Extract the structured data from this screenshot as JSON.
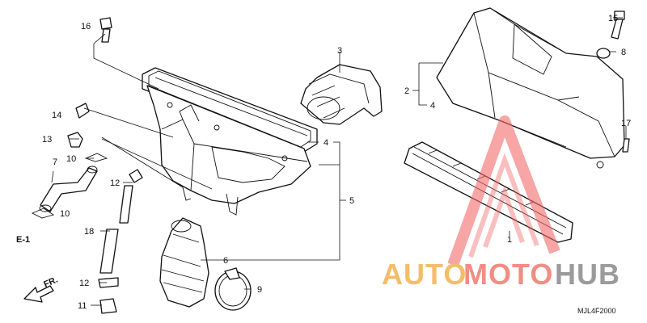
{
  "diagram": {
    "callouts": {
      "c1": "1",
      "c2": "2",
      "c3": "3",
      "c4a": "4",
      "c4b": "4",
      "c5": "5",
      "c6": "6",
      "c7": "7",
      "c8": "8",
      "c9": "9",
      "c10a": "10",
      "c10b": "10",
      "c11": "11",
      "c12a": "12",
      "c12b": "12",
      "c13": "13",
      "c14": "14",
      "c15": "15",
      "c16": "16",
      "c17": "17",
      "c18": "18"
    },
    "reference": "E-1",
    "direction": "FR.",
    "code": "MJL4F2000"
  },
  "watermark": {
    "part1": "AUTO",
    "part2": "MOTO",
    "part3": "HUB",
    "colors": {
      "auto": "#f2b24f",
      "moto": "#f07a6f",
      "hub": "#8a8a8a",
      "triangle": "#f26a6a"
    }
  }
}
